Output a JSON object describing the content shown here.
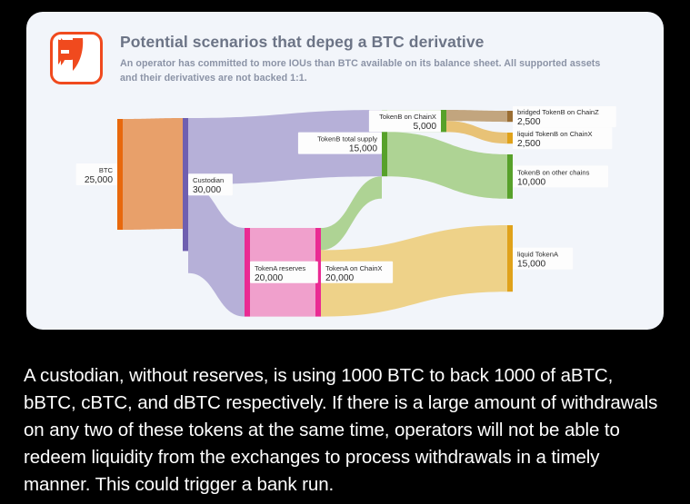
{
  "card": {
    "logo_icon": "blockworks-monogram-logo",
    "title": "Potential scenarios that depeg a BTC derivative",
    "subtitle": "An operator has committed to more IOUs than BTC available on its balance sheet. All supported assets and their derivatives are not backed 1:1."
  },
  "caption": "A custodian, without reserves, is using 1000 BTC to back 1000 of aBTC, bBTC, cBTC, and dBTC respectively. If there is a large amount of withdrawals on any two of these tokens at the same time, operators will not be able to redeem liquidity from the exchanges to process withdrawals in a timely manner. This could trigger a bank run.",
  "colors": {
    "card_bg": "#f2f5fa",
    "page_bg": "#000000",
    "brand_orange": "#f04a1e",
    "title_gray": "#6c7486",
    "subtitle_gray": "#8b93a6",
    "btc_orange": "#e8680c",
    "custodian_purple": "#6f5fb0",
    "tokena_magenta": "#ea2a93",
    "tokenb_green": "#57a12a",
    "bridged_brown": "#9b6e33",
    "liquid_gold": "#e0a21a"
  },
  "chart_data": {
    "type": "sankey",
    "title": "Potential scenarios that depeg a BTC derivative",
    "unit": "BTC",
    "nodes": [
      {
        "id": "btc",
        "label": "BTC",
        "value": "25,000",
        "amount": 25000,
        "color": "#e8680c",
        "label_side": "left"
      },
      {
        "id": "custodian",
        "label": "Custodian",
        "value": "30,000",
        "amount": 30000,
        "color": "#6f5fb0",
        "label_side": "right"
      },
      {
        "id": "tokena_res",
        "label": "TokenA reserves",
        "value": "20,000",
        "amount": 20000,
        "color": "#ea2a93",
        "label_side": "right"
      },
      {
        "id": "tokena_chainx",
        "label": "TokenA on ChainX",
        "value": "20,000",
        "amount": 20000,
        "color": "#ea2a93",
        "label_side": "right"
      },
      {
        "id": "tokenb_supply",
        "label": "TokenB total supply",
        "value": "15,000",
        "amount": 15000,
        "color": "#57a12a",
        "label_side": "left"
      },
      {
        "id": "tokenb_chainx",
        "label": "TokenB on ChainX",
        "value": "5,000",
        "amount": 5000,
        "color": "#57a12a",
        "label_side": "left"
      },
      {
        "id": "bridged_chainz",
        "label": "bridged TokenB on ChainZ",
        "value": "2,500",
        "amount": 2500,
        "color": "#9b6e33",
        "label_side": "right"
      },
      {
        "id": "liquid_b_chainx",
        "label": "liquid TokenB on ChainX",
        "value": "2,500",
        "amount": 2500,
        "color": "#e0a21a",
        "label_side": "right"
      },
      {
        "id": "tokenb_other",
        "label": "TokenB on other chains",
        "value": "10,000",
        "amount": 10000,
        "color": "#57a12a",
        "label_side": "right"
      },
      {
        "id": "liquid_tokena",
        "label": "liquid TokenA",
        "value": "15,000",
        "amount": 15000,
        "color": "#e0a21a",
        "label_side": "right"
      }
    ],
    "links": [
      {
        "source": "btc",
        "target": "custodian",
        "value": 25000,
        "color": "#e8a06a"
      },
      {
        "source": "custodian",
        "target": "tokenb_supply",
        "value": 15000,
        "color": "#b6b0d8"
      },
      {
        "source": "custodian",
        "target": "tokena_res",
        "value": 20000,
        "color": "#b6b0d8"
      },
      {
        "source": "tokena_res",
        "target": "tokena_chainx",
        "value": 20000,
        "color": "#f0a0cc"
      },
      {
        "source": "tokena_chainx",
        "target": "tokenb_supply",
        "value": 5000,
        "color": "#aed394"
      },
      {
        "source": "tokena_chainx",
        "target": "liquid_tokena",
        "value": 15000,
        "color": "#eed289"
      },
      {
        "source": "tokenb_supply",
        "target": "tokenb_chainx",
        "value": 5000,
        "color": "#aed394"
      },
      {
        "source": "tokenb_supply",
        "target": "tokenb_other",
        "value": 10000,
        "color": "#aed394"
      },
      {
        "source": "tokenb_chainx",
        "target": "bridged_chainz",
        "value": 2500,
        "color": "#c2a57e"
      },
      {
        "source": "tokenb_chainx",
        "target": "liquid_b_chainx",
        "value": 2500,
        "color": "#e8c276"
      }
    ]
  }
}
